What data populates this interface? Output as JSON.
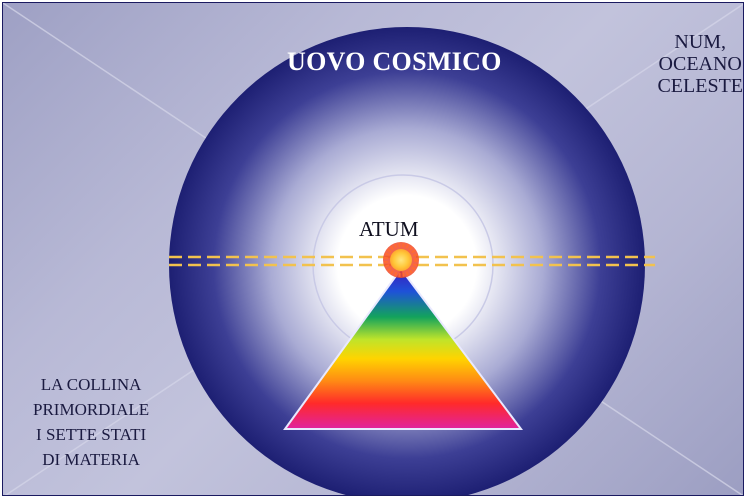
{
  "labels": {
    "title": "UOVO COSMICO",
    "center": "ATUM",
    "top_right": [
      "NUM,",
      "OCEANO",
      "CELESTE"
    ],
    "bottom_left": [
      "LA COLLINA",
      "PRIMORDIALE",
      "I SETTE STATI",
      "DI MATERIA"
    ]
  },
  "colors": {
    "background": "#b4b5d3",
    "egg_edge": "#17176a",
    "egg_center": "#ffffff",
    "sun_core": "#ffd23a",
    "sun_rays": "#e8402a",
    "horizon_line": "#f4c24a",
    "pyramid_spectrum": [
      "#3a1bbd",
      "#1e52d8",
      "#13a35c",
      "#bfe42a",
      "#ffd400",
      "#ff8a14",
      "#ff2a2a",
      "#e022a0"
    ]
  }
}
